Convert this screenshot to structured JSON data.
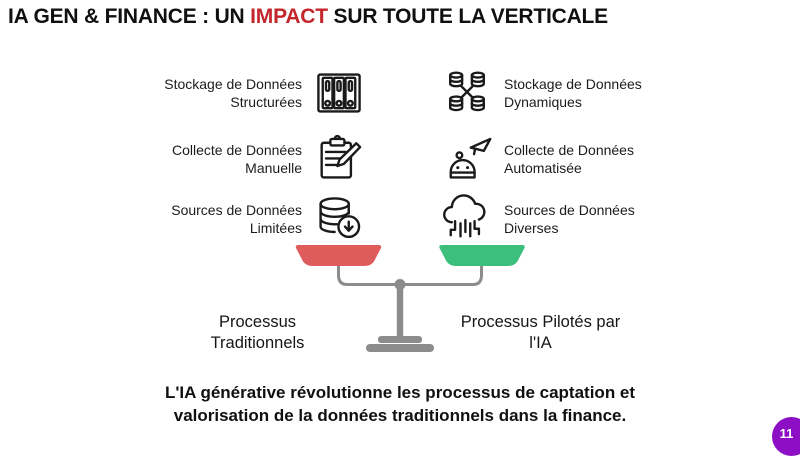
{
  "slide": {
    "title": {
      "pre": "IA GEN & FINANCE : UN ",
      "highlight": "IMPACT",
      "post": " SUR TOUTE LA VERTICALE"
    },
    "colors": {
      "title_text": "#101010",
      "title_highlight": "#C3262B",
      "icon_stroke": "#1A1A1A"
    },
    "left_items": [
      {
        "line1": "Stockage de Données",
        "line2": "Structurées",
        "icon": "binders-icon"
      },
      {
        "line1": "Collecte de Données",
        "line2": "Manuelle",
        "icon": "clipboard-pencil-icon"
      },
      {
        "line1": "Sources de Données",
        "line2": "Limitées",
        "icon": "database-download-icon"
      }
    ],
    "right_items": [
      {
        "line1": "Stockage de Données",
        "line2": "Dynamiques",
        "icon": "linked-databases-icon"
      },
      {
        "line1": "Collecte de Données",
        "line2": "Automatisée",
        "icon": "robot-icon"
      },
      {
        "line1": "Sources de Données",
        "line2": "Diverses",
        "icon": "cloud-circuit-icon"
      }
    ],
    "scale": {
      "left_label": "Processus Traditionnels",
      "right_label": "Processus Pilotés par l'IA",
      "left_pan_color": "#DE5C5B",
      "right_pan_color": "#3CBE7C",
      "stand_color": "#8C8C8C"
    },
    "footer": {
      "line1": "L'IA générative révolutionne les processus de captation et",
      "line2": "valorisation de la données traditionnels dans la finance."
    },
    "page_badge": {
      "number": "11",
      "color": "#8C0FC5"
    }
  }
}
